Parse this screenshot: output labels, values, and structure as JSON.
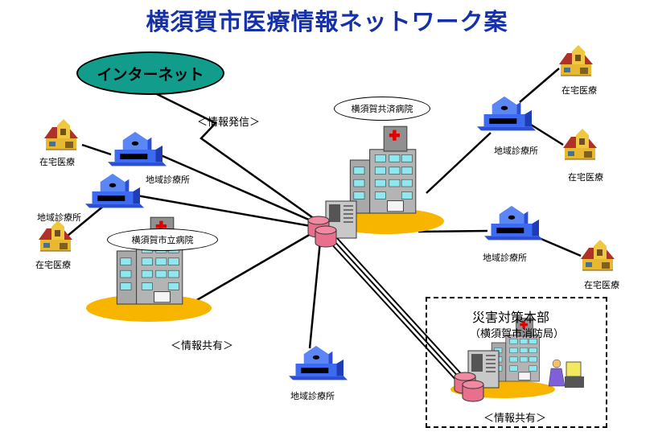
{
  "title": "横須賀市医療情報ネットワーク案",
  "internet": {
    "label": "インターネット",
    "color": "#119c8c"
  },
  "labels": {
    "info_send": "＜情報発信＞",
    "info_share_left": "＜情報共有＞",
    "info_share_hq": "＜情報共有＞"
  },
  "hospitals": {
    "kyosai": "横須賀共済病院",
    "city": "横須賀市立病院"
  },
  "disaster_hq": {
    "title": "災害対策本部",
    "subtitle": "（横須賀市消防局）"
  },
  "clinics": [
    {
      "id": "clinic-left-top",
      "label": "地域診療所"
    },
    {
      "id": "clinic-left-mid",
      "label": "地域診療所"
    },
    {
      "id": "clinic-right-top",
      "label": "地域診療所"
    },
    {
      "id": "clinic-right-mid",
      "label": "地域診療所"
    },
    {
      "id": "clinic-bottom",
      "label": "地域診療所"
    }
  ],
  "homes": [
    {
      "id": "home-left-top",
      "label": "在宅医療"
    },
    {
      "id": "home-left-bottom",
      "label": "在宅医療"
    },
    {
      "id": "home-right-top",
      "label": "在宅医療"
    },
    {
      "id": "home-right-mid",
      "label": "在宅医療"
    },
    {
      "id": "home-right-bottom",
      "label": "在宅医療"
    }
  ],
  "colors": {
    "title": "#1631a8",
    "clinic_blue": "#3d6bf0",
    "base_yellow": "#f7b500",
    "server_pink": "#e8708c",
    "cross_red": "#e00000"
  }
}
